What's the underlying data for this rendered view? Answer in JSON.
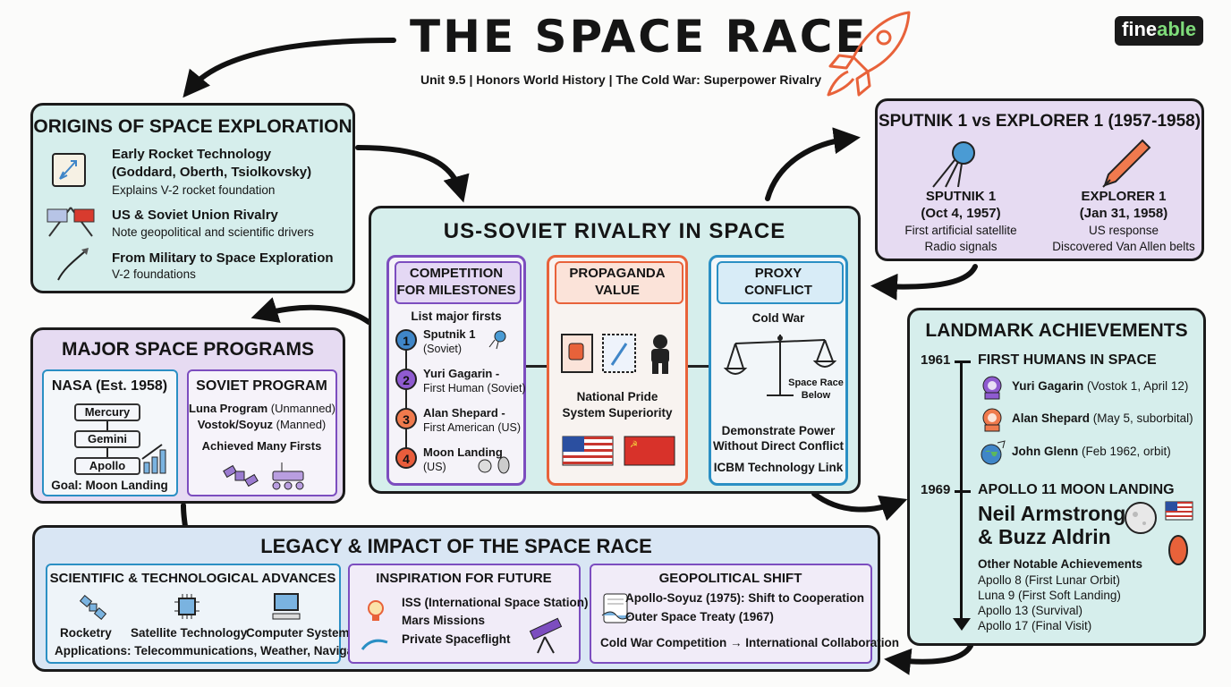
{
  "header": {
    "title": "THE SPACE RACE",
    "subtitle": "Unit 9.5 | Honors World History | The Cold War: Superpower Rivalry",
    "logo": {
      "prefix": "fine",
      "suffix": "able"
    }
  },
  "colors": {
    "teal": "#d6eeec",
    "purple": "#e6dbf2",
    "blue": "#d9e6f4",
    "accent_orange": "#e8623a",
    "accent_blue": "#2a8fc4",
    "accent_purple": "#7c4dbf"
  },
  "origins": {
    "title": "ORIGINS OF SPACE EXPLORATION",
    "items": [
      {
        "icon": "scroll-rocket-icon",
        "title1": "Early Rocket Technology",
        "title2": "(Goddard, Oberth, Tsiolkovsky)",
        "desc": "Explains V-2 rocket foundation"
      },
      {
        "icon": "crossed-flags-icon",
        "title1": "US & Soviet Union Rivalry",
        "title2": "",
        "desc": "Note geopolitical and scientific drivers"
      },
      {
        "icon": "rocket-launch-icon",
        "title1": "From Military to Space Exploration",
        "title2": "",
        "desc": "V-2 foundations"
      }
    ]
  },
  "sputnik": {
    "title": "SPUTNIK 1 vs EXPLORER 1 (1957-1958)",
    "left": {
      "name": "SPUTNIK 1",
      "date": "(Oct 4, 1957)",
      "line1": "First artificial satellite",
      "line2": "Radio signals"
    },
    "right": {
      "name": "EXPLORER 1",
      "date": "(Jan 31, 1958)",
      "line1": "US response",
      "line2": "Discovered Van Allen belts"
    }
  },
  "rivalry": {
    "title": "US-SOVIET RIVALRY IN SPACE",
    "competition": {
      "title1": "COMPETITION",
      "title2": "FOR MILESTONES",
      "subtitle": "List major firsts",
      "items": [
        {
          "n": "1",
          "title": "Sputnik 1",
          "sub": "(Soviet)",
          "color": "#3f86c8"
        },
        {
          "n": "2",
          "title": "Yuri Gagarin -",
          "sub": "First Human (Soviet)",
          "color": "#8f5bd0"
        },
        {
          "n": "3",
          "title": "Alan Shepard -",
          "sub": "First American (US)",
          "color": "#ef7a4d"
        },
        {
          "n": "4",
          "title": "Moon Landing",
          "sub": "(US)",
          "color": "#e95d3c"
        }
      ]
    },
    "propaganda": {
      "title1": "PROPAGANDA",
      "title2": "VALUE",
      "line1": "National Pride",
      "line2": "System Superiority"
    },
    "proxy": {
      "title1": "PROXY",
      "title2": "CONFLICT",
      "top": "Cold War",
      "scale_label1": "Space Race",
      "scale_label2": "Below",
      "line1": "Demonstrate Power",
      "line2": "Without Direct Conflict",
      "line3": "ICBM Technology Link"
    }
  },
  "programs": {
    "title": "MAJOR SPACE PROGRAMS",
    "nasa": {
      "title": "NASA (Est. 1958)",
      "steps": [
        "Mercury",
        "Gemini",
        "Apollo"
      ],
      "goal": "Goal: Moon Landing"
    },
    "soviet": {
      "title": "SOVIET PROGRAM",
      "line1_bold": "Luna Program",
      "line1_rest": " (Unmanned)",
      "line2_bold": "Vostok/Soyuz",
      "line2_rest": " (Manned)",
      "line3": "Achieved Many Firsts"
    }
  },
  "landmarks": {
    "title": "LANDMARK ACHIEVEMENTS",
    "y1961": "1961",
    "h1961": "FIRST HUMANS IN SPACE",
    "people": [
      {
        "name": "Yuri Gagarin",
        "detail": " (Vostok 1, April 12)"
      },
      {
        "name": "Alan Shepard",
        "detail": " (May 5, suborbital)"
      },
      {
        "name": "John Glenn",
        "detail": " (Feb 1962, orbit)"
      }
    ],
    "y1969": "1969",
    "h1969": "APOLLO 11 MOON LANDING",
    "astro1": "Neil Armstrong",
    "astro2": "& Buzz Aldrin",
    "other_title": "Other Notable Achievements",
    "other": [
      "Apollo 8 (First Lunar Orbit)",
      "Luna 9 (First Soft Landing)",
      "Apollo 13 (Survival)",
      "Apollo 17 (Final Visit)"
    ]
  },
  "legacy": {
    "title": "LEGACY & IMPACT OF THE SPACE RACE",
    "science": {
      "title": "SCIENTIFIC & TECHNOLOGICAL ADVANCES",
      "items": [
        "Rocketry",
        "Satellite Technology",
        "Computer Systems"
      ],
      "apps": "Applications: Telecommunications, Weather, Navigation"
    },
    "inspiration": {
      "title": "INSPIRATION FOR FUTURE",
      "items": [
        "ISS (International Space Station)",
        "Mars Missions",
        "Private Spaceflight"
      ]
    },
    "geo": {
      "title": "GEOPOLITICAL SHIFT",
      "line1": "Apollo-Soyuz (1975): Shift to Cooperation",
      "line2": "Outer Space Treaty (1967)",
      "line3": "Cold War Competition → International Collaboration"
    }
  }
}
